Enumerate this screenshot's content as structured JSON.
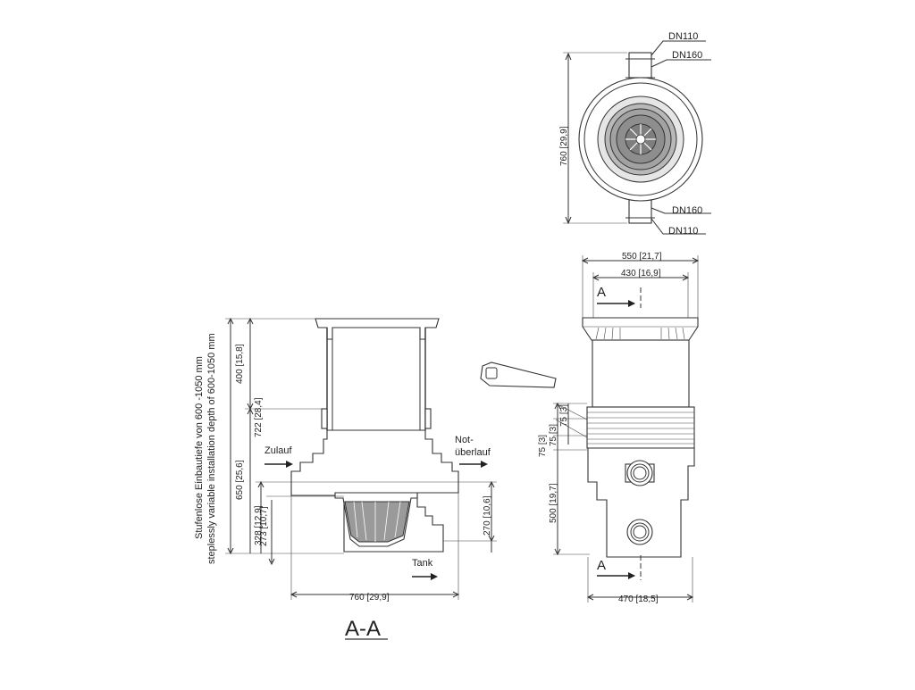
{
  "labels": {
    "top_dn110_upper": "DN110",
    "top_dn160_upper": "DN160",
    "top_dn160_lower": "DN160",
    "top_dn110_lower": "DN110",
    "top_width": "760 [29,9]",
    "side_width_550": "550 [21,7]",
    "side_width_430": "430 [16,9]",
    "side_width_470": "470 [18,5]",
    "side_h_75a": "75 [3]",
    "side_h_75b": "75 [3]",
    "side_h_75c": "75 [3]",
    "side_h_500": "500 [19,7]",
    "section_marker_top": "A",
    "section_marker_bottom": "A",
    "sec_width_760": "760 [29,9]",
    "sec_h_400": "400 [15,8]",
    "sec_h_722": "722 [28,4]",
    "sec_h_650": "650 [25,6]",
    "sec_h_328": "328 [12,9]",
    "sec_h_273": "273 [10,7]",
    "sec_h_270": "270 [10,6]",
    "inlet": "Zulauf",
    "overflow_line1": "Not-",
    "overflow_line2": "überlauf",
    "tank": "Tank",
    "install_de": "Stufenlose Einbautiefe von 600 -1050 mm",
    "install_en": "steplessly variable installation depth of 600-1050 mm",
    "section_title": "A-A"
  }
}
